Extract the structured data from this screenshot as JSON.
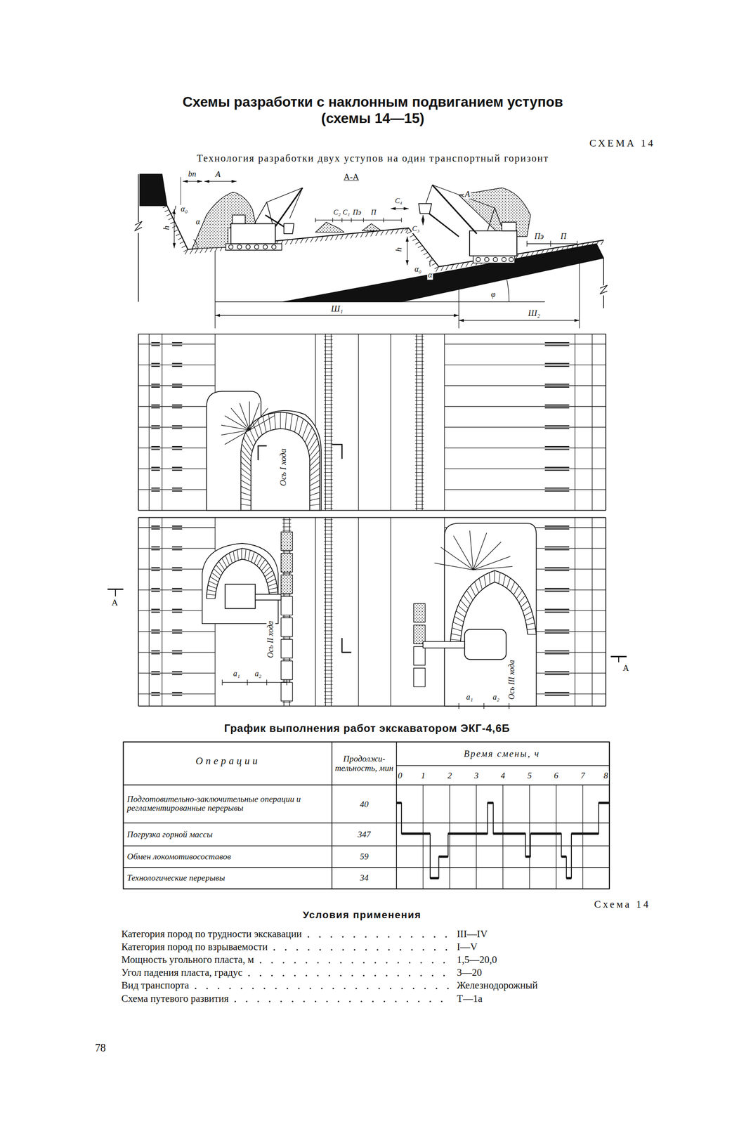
{
  "diagram": {
    "title": "Схемы разработки с наклонным подвиганием уступов (схемы 14—15)",
    "labels": [
      "СХЕМА 14",
      "Технология разработки двух уступов на один транспортный горизонт",
      "bп",
      "А",
      "А-А",
      "h",
      "α₀",
      "α",
      "С₂",
      "С₁",
      "Пэ",
      "П",
      "С₄",
      "А",
      "С₃",
      "h",
      "α₀",
      "α",
      "Пэ",
      "П",
      "φ",
      "Ш₁",
      "Ш₂",
      "Ось I хода",
      "Ось II хода",
      "а₁",
      "а₂",
      "Ось III хода",
      "а₁",
      "а₂",
      "А",
      "А",
      "График выполнения работ экскаватором ЭКГ-4,6Б",
      "Операции",
      "Продолжи- тельность, мин",
      "Время смены, ч",
      "0",
      "1",
      "2",
      "3",
      "4",
      "5",
      "6",
      "7",
      "8",
      "Подготовительно-заключительные операции и регламентированные перерывы",
      "40",
      "Погрузка горной массы",
      "347",
      "Обмен локомотивосоставов",
      "59",
      "Технологические перерывы",
      "34",
      "Условия применения",
      "Схема 14",
      "Категория пород по трудности экскавации",
      "Категория пород по взрываемости",
      "Мощность угольного пласта, м",
      "Угол падения пласта, градус",
      "Вид транспорта",
      "Схема путевого развития",
      "III—IV",
      "I—V",
      "1,5—20,0",
      "3—20",
      "Железнодорожный",
      "Т—1а",
      "78"
    ]
  }
}
